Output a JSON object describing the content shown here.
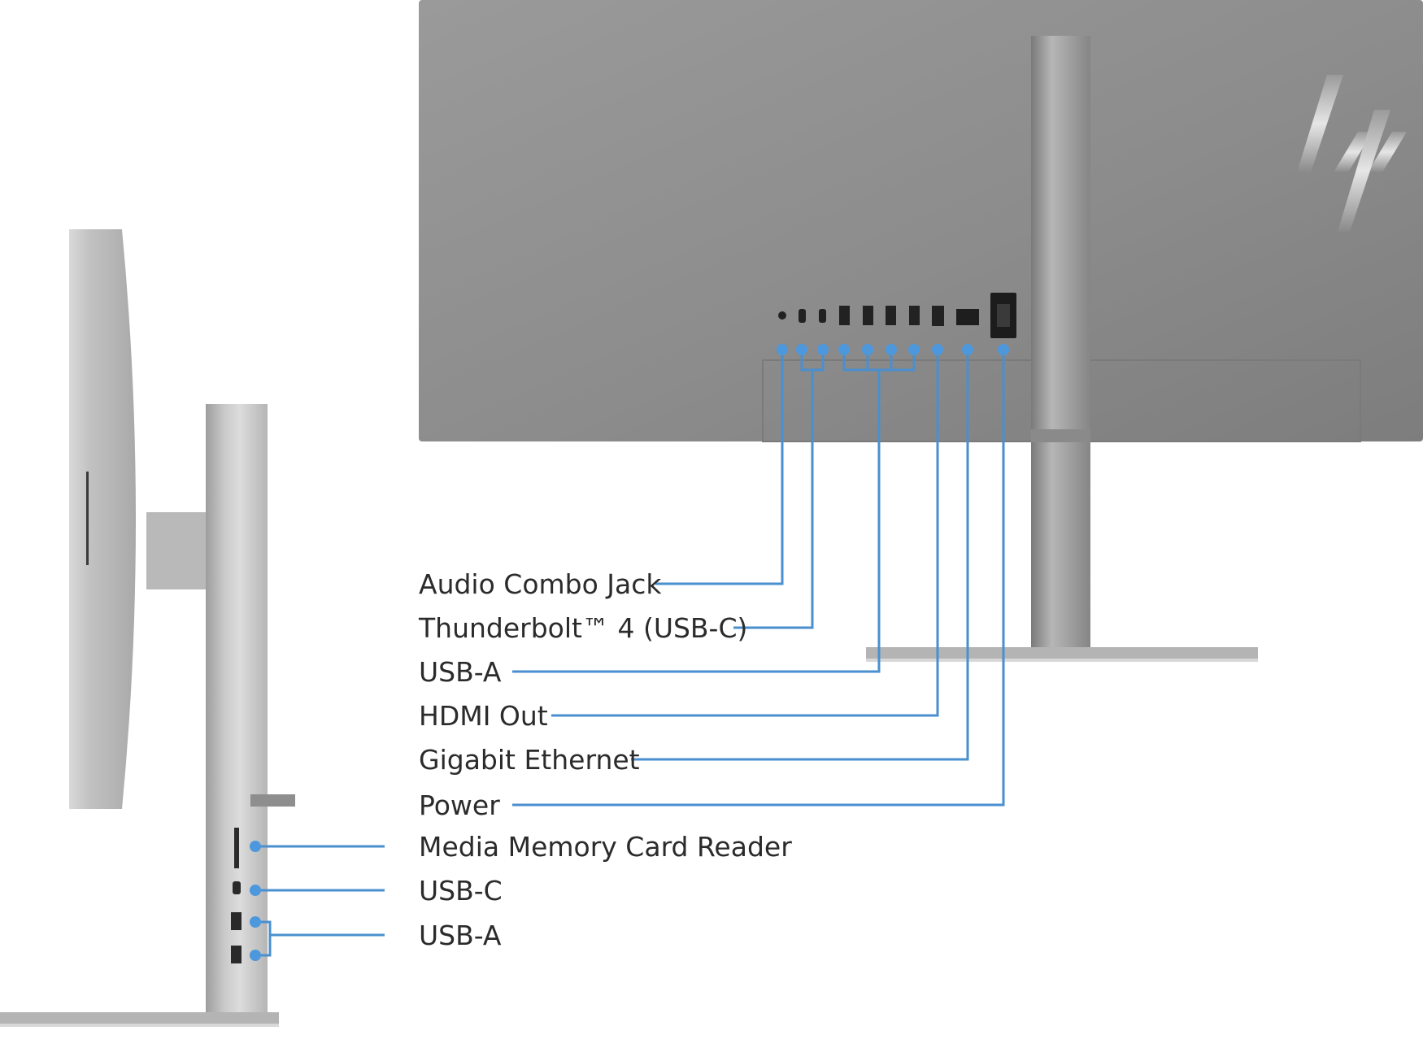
{
  "diagram": {
    "rear_callouts": [
      {
        "id": "audio",
        "text": "Audio Combo Jack"
      },
      {
        "id": "thunderbolt",
        "text": "Thunderbolt™ 4 (USB-C)"
      },
      {
        "id": "usb-a-rear",
        "text": "USB-A"
      },
      {
        "id": "hdmi",
        "text": "HDMI Out"
      },
      {
        "id": "ethernet",
        "text": "Gigabit Ethernet"
      },
      {
        "id": "power",
        "text": "Power"
      }
    ],
    "side_callouts": [
      {
        "id": "card-reader",
        "text": "Media Memory Card Reader"
      },
      {
        "id": "usb-c-side",
        "text": "USB-C"
      },
      {
        "id": "usb-a-side",
        "text": "USB-A"
      }
    ]
  },
  "colors": {
    "callout_line": "#4a8fcf",
    "callout_dot": "#4d98dc",
    "label_text": "#2b2b2b",
    "monitor_back": "#8f8f8f",
    "silver": "#c8c8c8"
  },
  "icons": {
    "brand_logo": "hp-logo"
  }
}
